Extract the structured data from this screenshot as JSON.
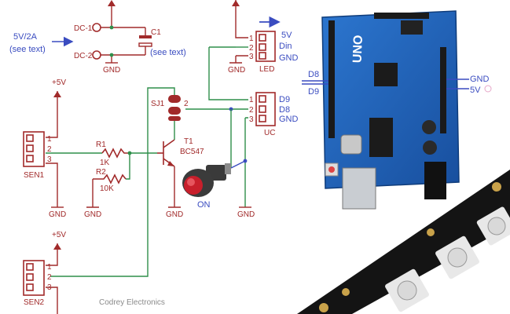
{
  "power": {
    "supply_label": "5V/2A",
    "supply_note": "(see text)",
    "dc_plus": "DC-1",
    "dc_minus": "DC-2",
    "gnd_label": "GND",
    "cap_name": "C1",
    "cap_note": "(see text)"
  },
  "led_connector": {
    "pins": [
      "1",
      "2",
      "3"
    ],
    "signals": [
      "5V",
      "Din",
      "GND"
    ],
    "name": "LED",
    "gnd_label": "GND"
  },
  "uc_connector": {
    "pins": [
      "1",
      "2",
      "3"
    ],
    "signals": [
      "D9",
      "D8",
      "GND"
    ],
    "name": "UC",
    "gnd_label": "GND"
  },
  "sensor1": {
    "name": "SEN1",
    "vcc": "+5V",
    "pins": [
      "1",
      "2",
      "3"
    ],
    "gnd_label": "GND"
  },
  "sensor2": {
    "name": "SEN2",
    "vcc": "+5V",
    "pins": [
      "1",
      "2",
      "3"
    ]
  },
  "resistors": {
    "r1": {
      "name": "R1",
      "value": "1K"
    },
    "r2": {
      "name": "R2",
      "value": "10K",
      "gnd_label": "GND"
    }
  },
  "jumper": {
    "name": "SJ1",
    "pin": "2"
  },
  "transistor": {
    "name": "T1",
    "part": "BC547",
    "gnd_label": "GND"
  },
  "switch": {
    "label": "ON",
    "gnd_label": "GND"
  },
  "arduino": {
    "left_labels": [
      "D8",
      "D9"
    ],
    "right_labels": [
      "GND",
      "5V"
    ],
    "logo": "UNO"
  },
  "credit": "Codrey Electronics",
  "colors": {
    "component": "#a12a2a",
    "wire": "#2f8f4a",
    "annotation": "#3a4cc0",
    "board": "#1d5fb8"
  }
}
